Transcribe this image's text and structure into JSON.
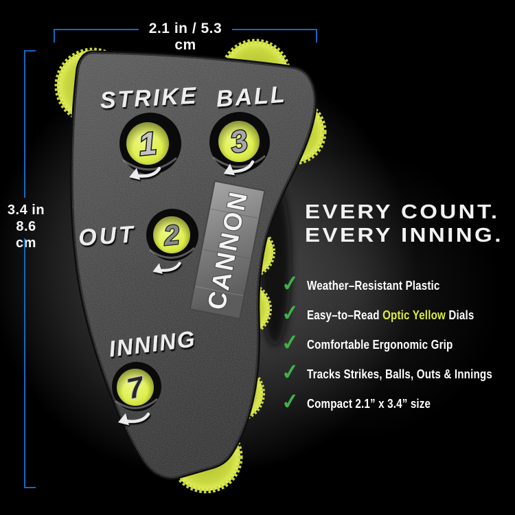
{
  "dimensions": {
    "width_label": "2.1 in / 5.3 cm",
    "height_line1": "3.4 in",
    "height_line2": "8.6 cm"
  },
  "product": {
    "brand": "CANNON",
    "dials": [
      {
        "name": "strike",
        "label": "STRIKE",
        "value": "1"
      },
      {
        "name": "ball",
        "label": "BALL",
        "value": "3"
      },
      {
        "name": "out",
        "label": "OUT",
        "value": "2"
      },
      {
        "name": "inning",
        "label": "INNING",
        "value": "7"
      }
    ]
  },
  "marketing": {
    "headline1": "EVERY COUNT.",
    "headline2": "EVERY INNING.",
    "check_icon": "✓",
    "features": [
      {
        "pre": "Weather–Resistant Plastic",
        "hl": "",
        "post": ""
      },
      {
        "pre": "Easy–to–Read ",
        "hl": "Optic Yellow",
        "post": " Dials"
      },
      {
        "pre": "Comfortable Ergonomic Grip",
        "hl": "",
        "post": ""
      },
      {
        "pre": "Tracks Strikes, Balls, Outs & Innings",
        "hl": "",
        "post": ""
      },
      {
        "pre": "Compact 2.1” x 3.4” size",
        "hl": "",
        "post": ""
      }
    ]
  },
  "colors": {
    "dimension_blue": "#1668c7",
    "optic_yellow": "#dcea3e",
    "check_green": "#3fb14a",
    "dial_yellow": "#dff050",
    "wheel_yellow": "#ccd93c",
    "body_dark": "#2f2f2f",
    "plate_gray": "#8c8c8c",
    "background": "#000000"
  }
}
